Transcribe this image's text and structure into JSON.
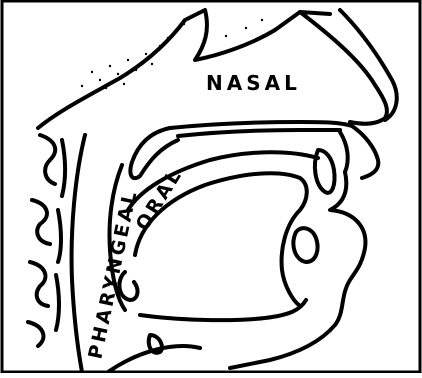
{
  "labels": {
    "nasal": "NASAL",
    "oral": "ORAL",
    "pharyngeal": "PHARYNGEAL"
  },
  "colors": {
    "ink": "#000000",
    "paper": "#ffffff"
  }
}
